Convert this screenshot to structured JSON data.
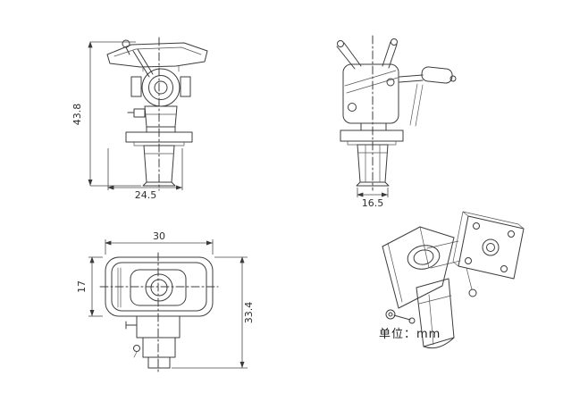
{
  "colors": {
    "ink": "#3a3a3a",
    "background": "#ffffff"
  },
  "unit_label": "单位：mm",
  "views": {
    "front": {
      "height_dim": "43.8",
      "width_dim": "24.5"
    },
    "side": {
      "width_dim": "16.5"
    },
    "top": {
      "width_dim": "30",
      "depth_dim": "17",
      "total_height_dim": "33.4"
    }
  }
}
